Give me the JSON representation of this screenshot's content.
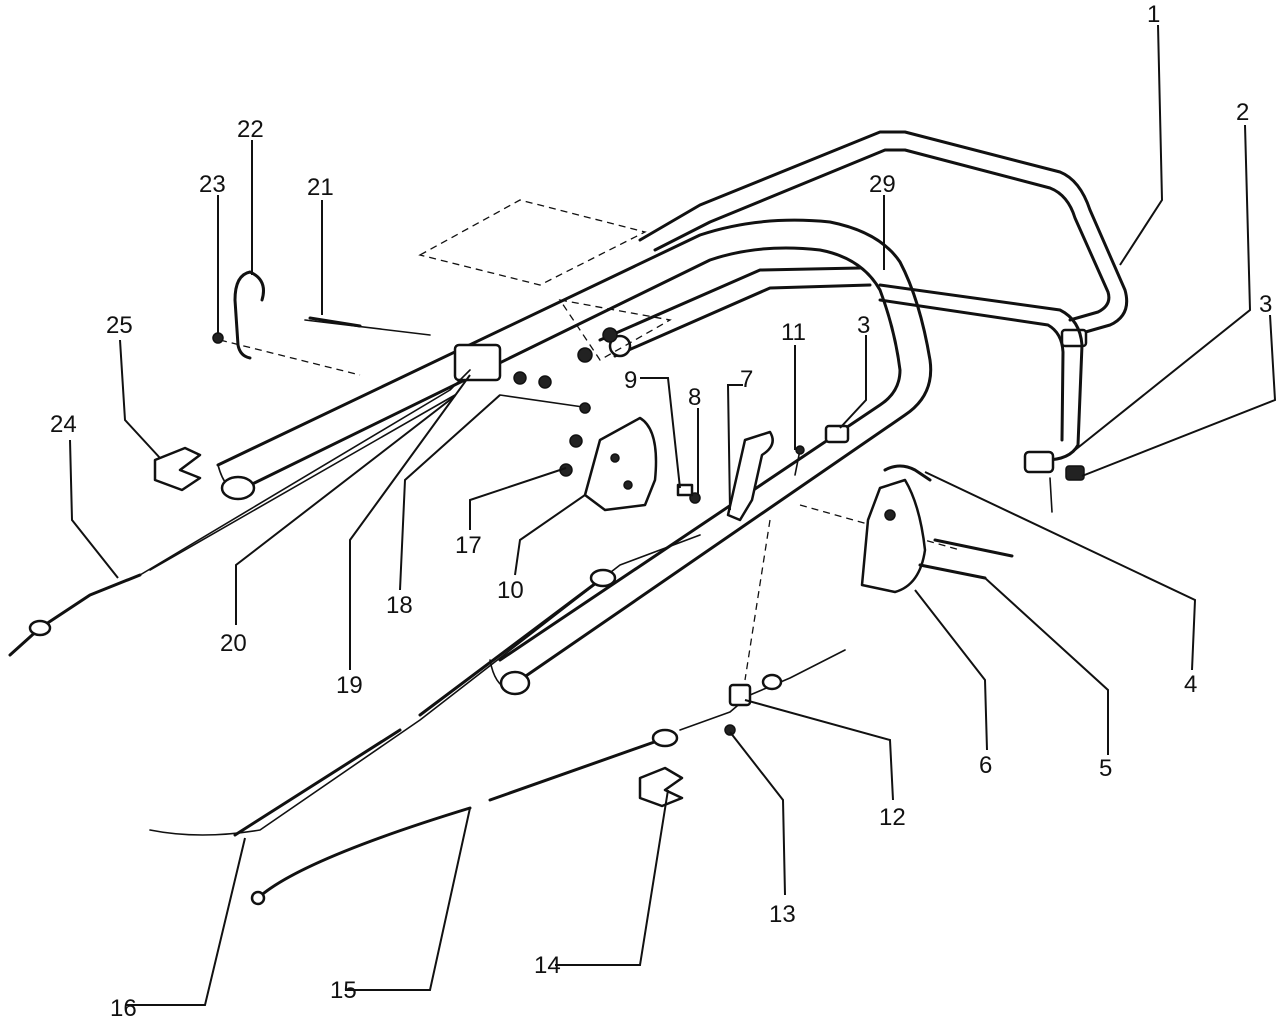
{
  "callouts": {
    "c1": "1",
    "c2": "2",
    "c3a": "3",
    "c3b": "3",
    "c4": "4",
    "c5": "5",
    "c6": "6",
    "c7": "7",
    "c8": "8",
    "c9": "9",
    "c10": "10",
    "c11": "11",
    "c12": "12",
    "c13": "13",
    "c14": "14",
    "c15": "15",
    "c16": "16",
    "c17": "17",
    "c18": "18",
    "c19": "19",
    "c20": "20",
    "c21": "21",
    "c22": "22",
    "c23": "23",
    "c24": "24",
    "c25": "25",
    "c29": "29"
  }
}
